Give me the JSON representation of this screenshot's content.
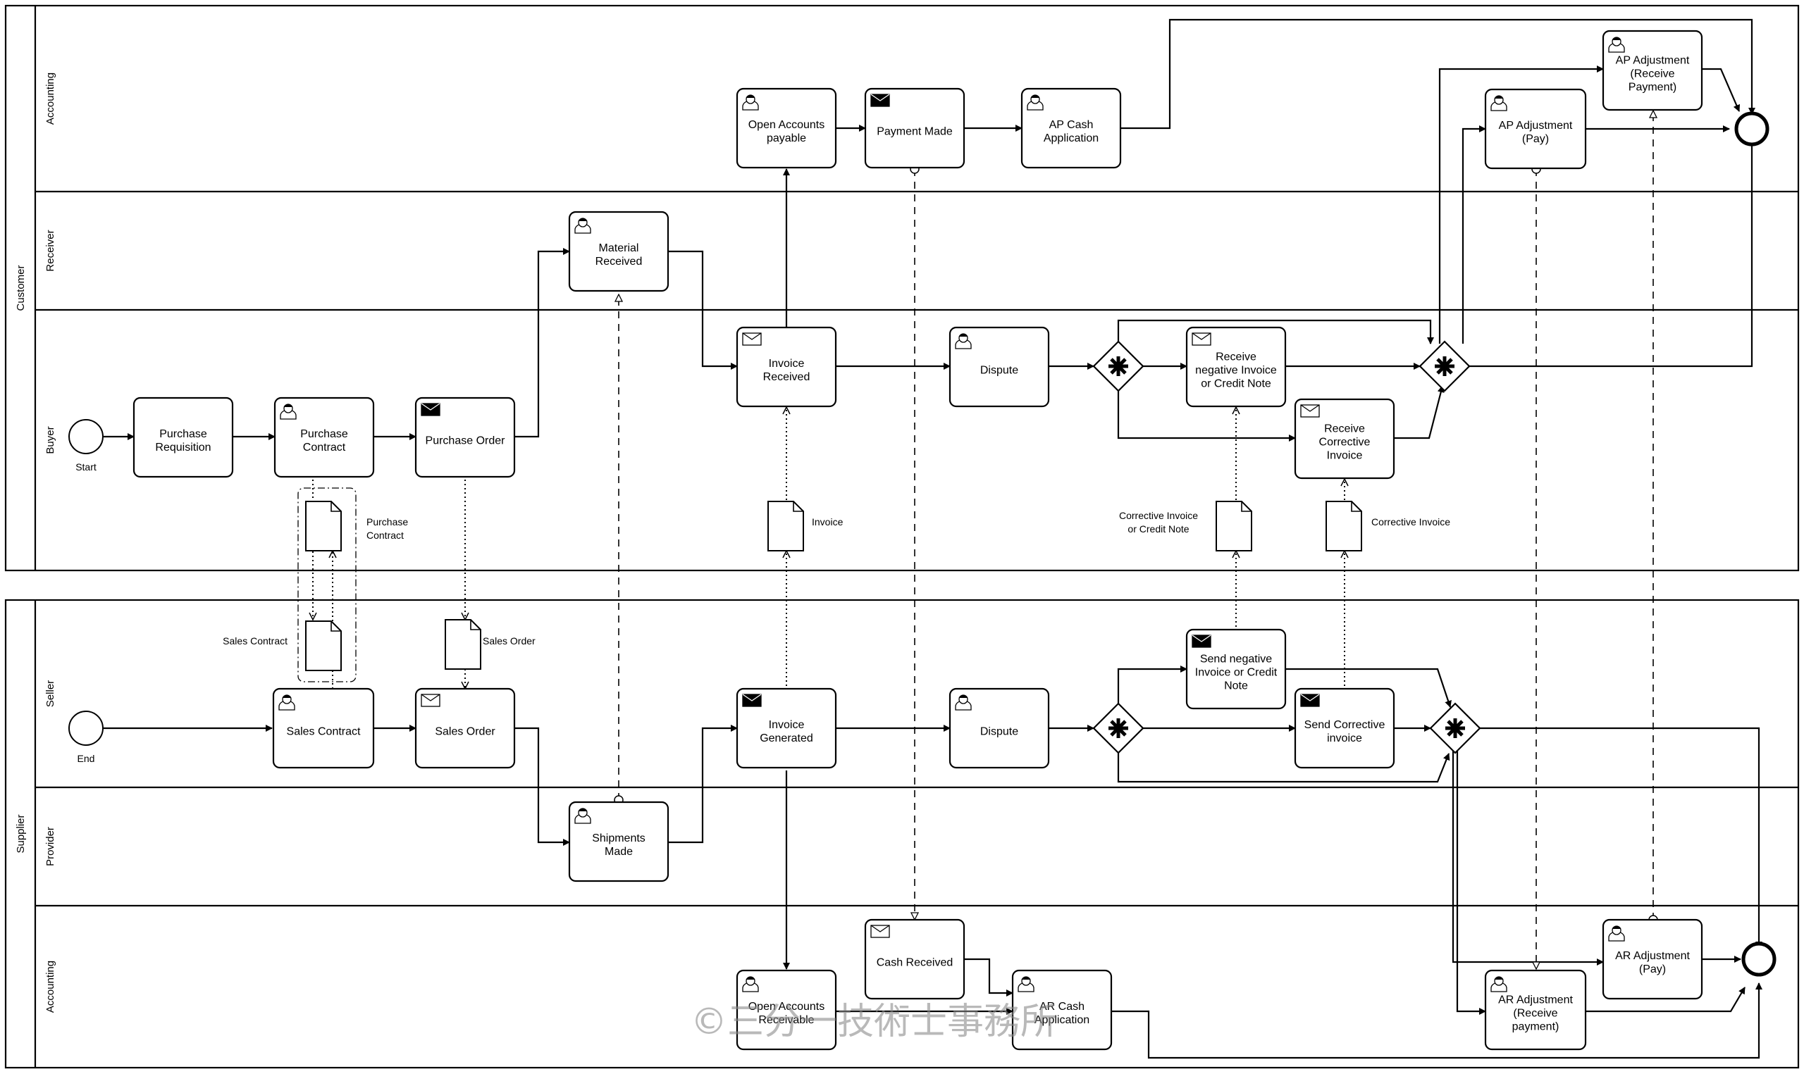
{
  "pools": {
    "customer": "Customer",
    "supplier": "Supplier"
  },
  "lanes": {
    "c_accounting": "Accounting",
    "c_receiver": "Receiver",
    "c_buyer": "Buyer",
    "s_seller": "Seller",
    "s_provider": "Provider",
    "s_accounting": "Accounting"
  },
  "events": {
    "start": "Start",
    "end": "End"
  },
  "tasks": {
    "purchase_requisition": [
      "Purchase",
      "Requisition"
    ],
    "purchase_contract": [
      "Purchase",
      "Contract"
    ],
    "purchase_order": [
      "Purchase Order"
    ],
    "material_received": [
      "Material",
      "Received"
    ],
    "open_accounts_payable": [
      "Open Accounts",
      "payable"
    ],
    "payment_made": [
      "Payment Made"
    ],
    "ap_cash_application": [
      "AP Cash",
      "Application"
    ],
    "ap_adjustment_receive_payment": [
      "AP Adjustment",
      "(Receive",
      "Payment)"
    ],
    "ap_adjustment_pay": [
      "AP Adjustment",
      "(Pay)"
    ],
    "invoice_received": [
      "Invoice",
      "Received"
    ],
    "dispute_buyer": [
      "Dispute"
    ],
    "receive_negative_invoice": [
      "Receive",
      "negative Invoice",
      "or Credit Note"
    ],
    "receive_corrective_invoice": [
      "Receive",
      "Corrective",
      "Invoice"
    ],
    "sales_contract": [
      "Sales Contract"
    ],
    "sales_order": [
      "Sales Order"
    ],
    "invoice_generated": [
      "Invoice",
      "Generated"
    ],
    "dispute_seller": [
      "Dispute"
    ],
    "send_negative_invoice": [
      "Send negative",
      "Invoice or Credit",
      "Note"
    ],
    "send_corrective_invoice": [
      "Send Corrective",
      "invoice"
    ],
    "shipments_made": [
      "Shipments",
      "Made"
    ],
    "cash_received": [
      "Cash Received"
    ],
    "open_accounts_receivable": [
      "Open Accounts",
      "Receivable"
    ],
    "ar_cash_application": [
      "AR Cash",
      "Application"
    ],
    "ar_adjustment_pay": [
      "AR Adjustment",
      "(Pay)"
    ],
    "ar_adjustment_receive_payment": [
      "AR Adjustment",
      "(Receive",
      "payment)"
    ]
  },
  "data_objects": {
    "purchase_contract": [
      "Purchase",
      "Contract"
    ],
    "sales_contract": [
      "Sales Contract"
    ],
    "sales_order": [
      "Sales Order"
    ],
    "invoice": [
      "Invoice"
    ],
    "corrective_or_credit": [
      "Corrective Invoice",
      "or Credit Note"
    ],
    "corrective_invoice": [
      "Corrective Invoice"
    ]
  },
  "watermark": "©三分一技術士事務所"
}
